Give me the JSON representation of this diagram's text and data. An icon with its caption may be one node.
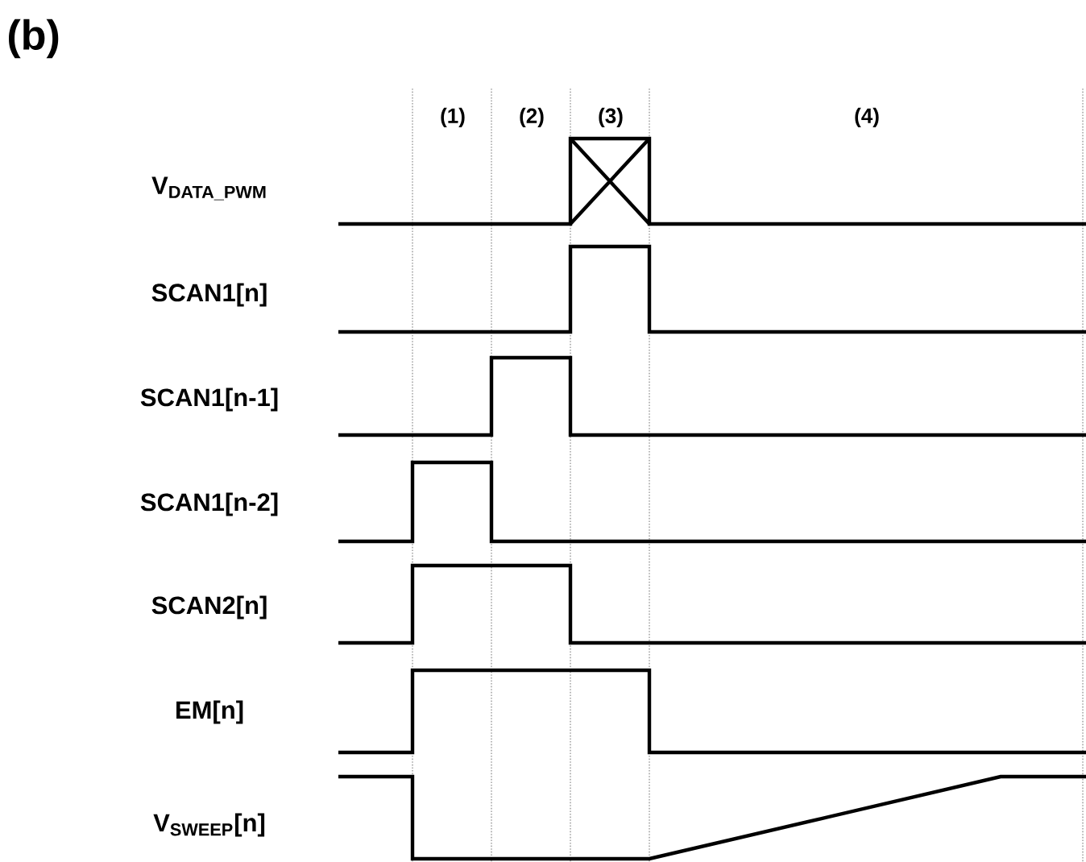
{
  "diagram": {
    "title": "(b)",
    "labels": [
      "(1)",
      "(2)",
      "(3)",
      "(4)",
      "V$_{DATA_PWM}$",
      "SCAN1[n]",
      "SCAN1[n-1]",
      "SCAN1[n-2]",
      "SCAN2[n]",
      "EM[n]",
      "V$_{SWEEP}$[n]"
    ]
  }
}
